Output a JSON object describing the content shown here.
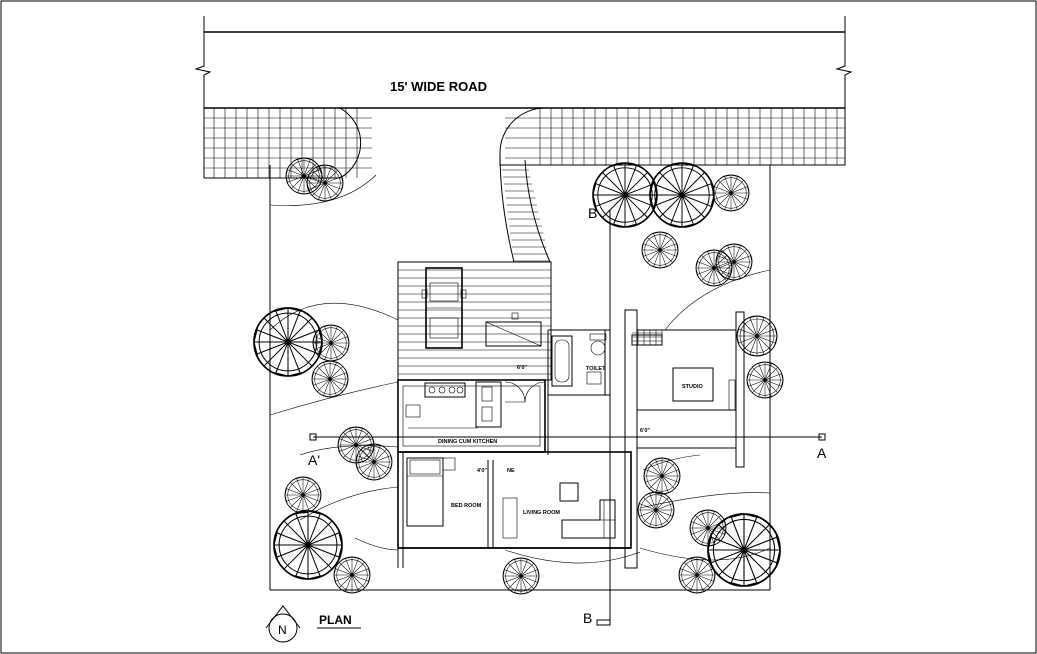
{
  "drawing": {
    "road_label": "15' WIDE ROAD",
    "plan_title": "PLAN",
    "north_label": "N",
    "rooms": {
      "toilet": "TOILET",
      "studio": "STUDIO",
      "dining_kitchen": "DINING CUM KITCHEN",
      "bed_room": "BED ROOM",
      "living_room": "LIVING ROOM"
    },
    "dimensions": {
      "d1": "6'0\"",
      "d2": "6'0\"",
      "d3": "4'0\"",
      "d4": "NE"
    },
    "section_marks": {
      "a_right": "A",
      "a_left": "A'",
      "b_top": "B",
      "b_bottom": "B"
    }
  }
}
